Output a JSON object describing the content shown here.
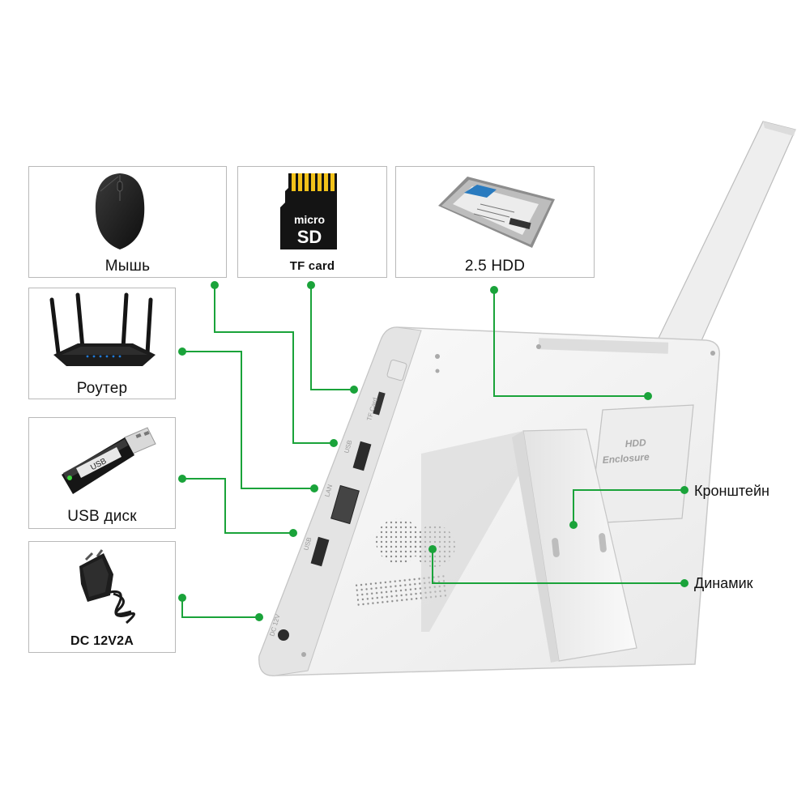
{
  "colors": {
    "connector_green": "#1aa33a",
    "box_border": "#b9b9b9",
    "device_body": "#f4f4f4"
  },
  "accessories": [
    {
      "label": "Мышь",
      "icon": "mouse-icon"
    },
    {
      "label": "TF card",
      "icon": "microsd-card-icon",
      "card_text_top": "micro",
      "card_text_bottom": "SD"
    },
    {
      "label": "2.5 HDD",
      "icon": "ssd-drive-icon"
    },
    {
      "label": "Роутер",
      "icon": "router-icon"
    },
    {
      "label": "USB диск",
      "icon": "usb-stick-icon",
      "stick_text": "USB"
    },
    {
      "label": "DC 12V2A",
      "icon": "power-adapter-icon"
    }
  ],
  "callouts": [
    {
      "label": "Кронштейн"
    },
    {
      "label": "Динамик"
    }
  ],
  "device": {
    "port_labels": [
      "TF Card",
      "USB",
      "LAN",
      "USB",
      "DC 12V"
    ],
    "enclosure_text_1": "HDD",
    "enclosure_text_2": "Enclosure"
  }
}
